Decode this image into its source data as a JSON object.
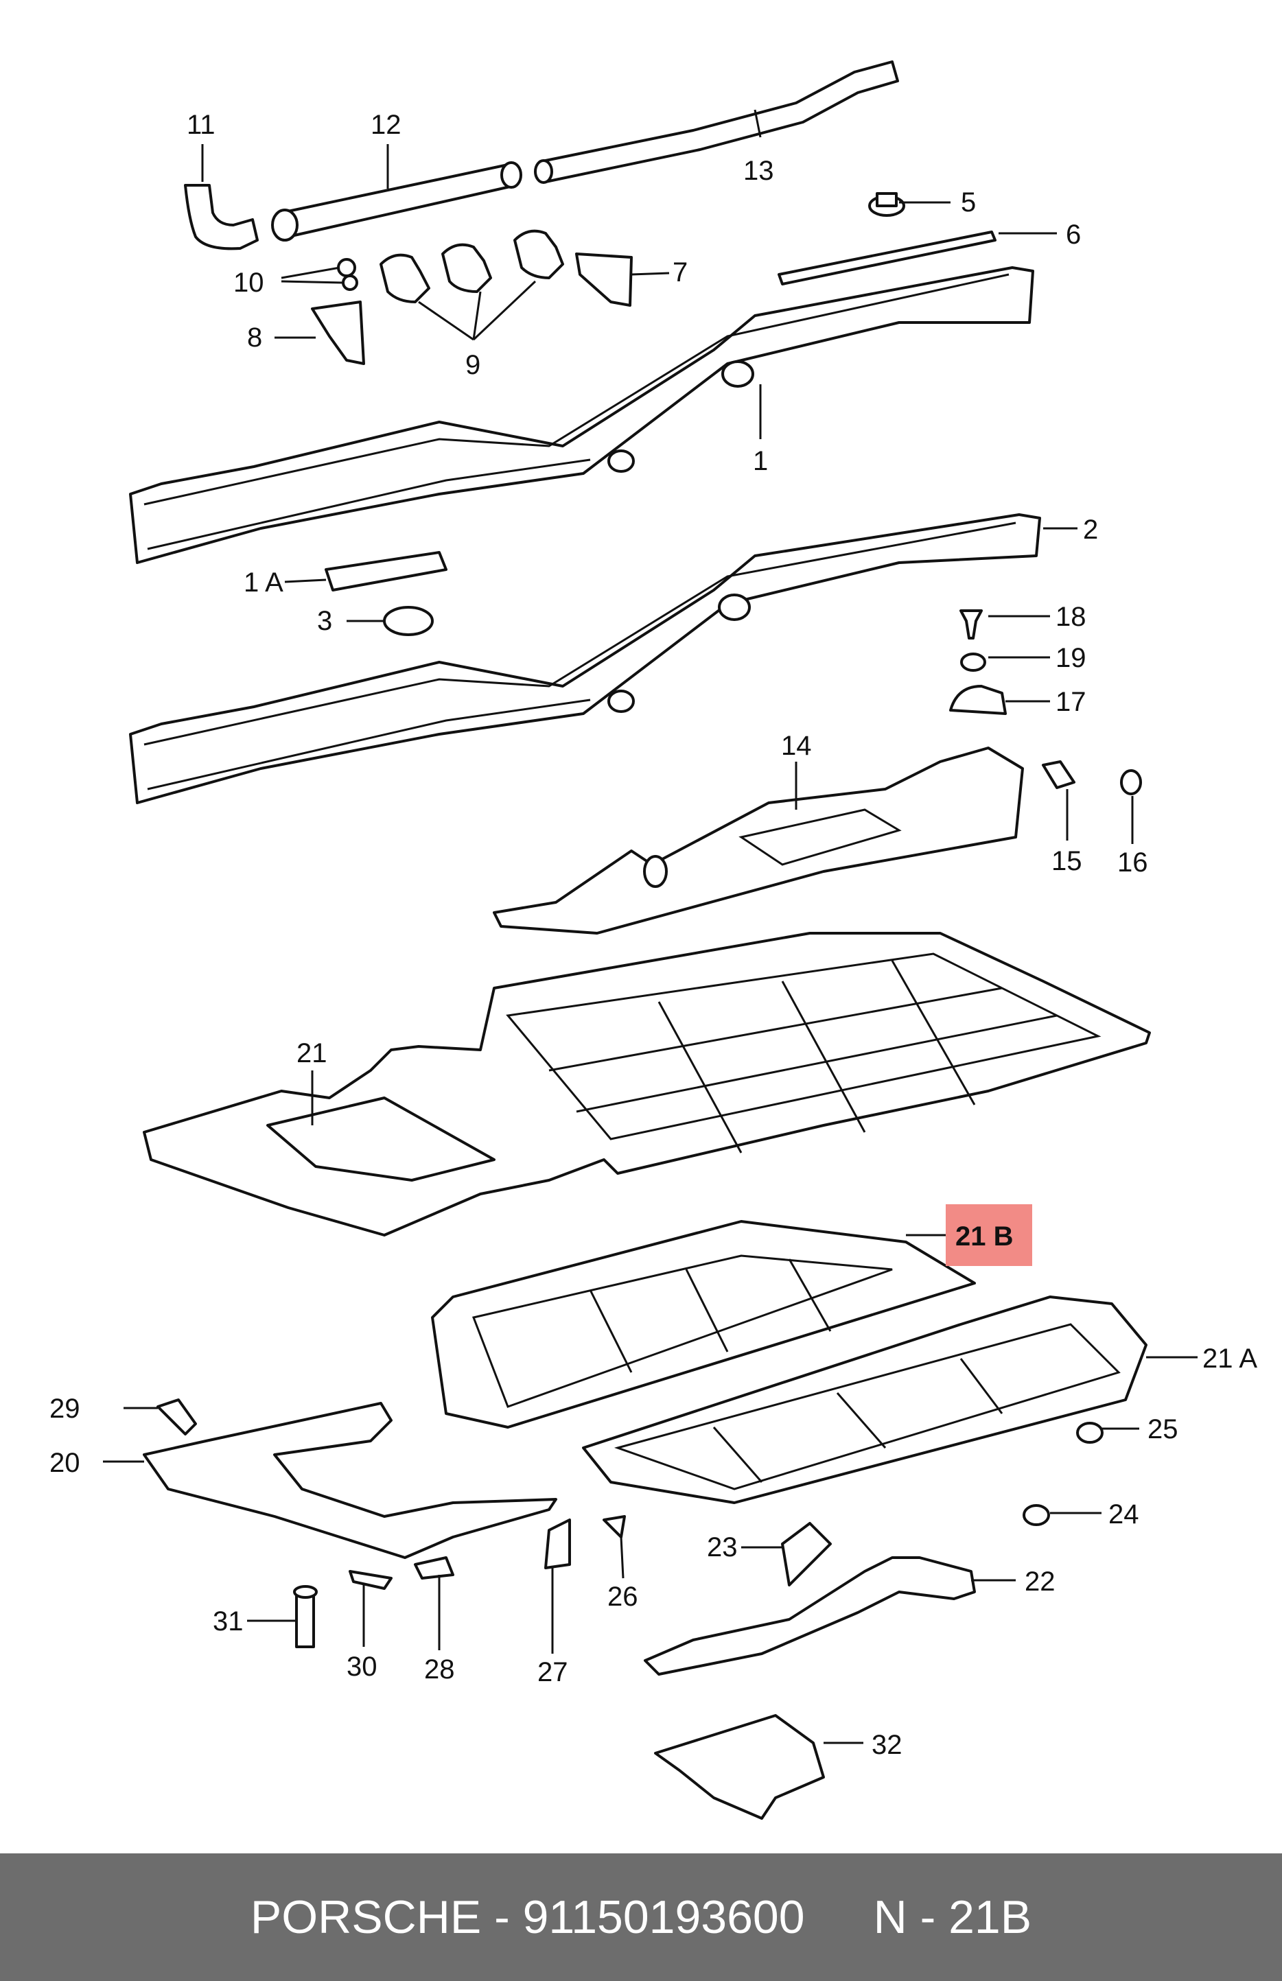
{
  "labels": {
    "l11": "11",
    "l12": "12",
    "l13": "13",
    "l5": "5",
    "l6": "6",
    "l10": "10",
    "l7": "7",
    "l8": "8",
    "l9": "9",
    "l1": "1",
    "l1a": "1 A",
    "l2": "2",
    "l3": "3",
    "l18": "18",
    "l19": "19",
    "l17": "17",
    "l14": "14",
    "l15": "15",
    "l16": "16",
    "l21": "21",
    "l21b": "21 B",
    "l21a": "21 A",
    "l29": "29",
    "l20": "20",
    "l25": "25",
    "l24": "24",
    "l23": "23",
    "l22": "22",
    "l26": "26",
    "l31": "31",
    "l30": "30",
    "l28": "28",
    "l27": "27",
    "l32": "32"
  },
  "highlighted_callout": "21 B",
  "footer": {
    "brand_part": "PORSCHE - 91150193600",
    "position": "N - 21B"
  },
  "colors": {
    "highlight": "#f28b86",
    "footer_bg": "#6d6d6d",
    "footer_text": "#ffffff"
  }
}
